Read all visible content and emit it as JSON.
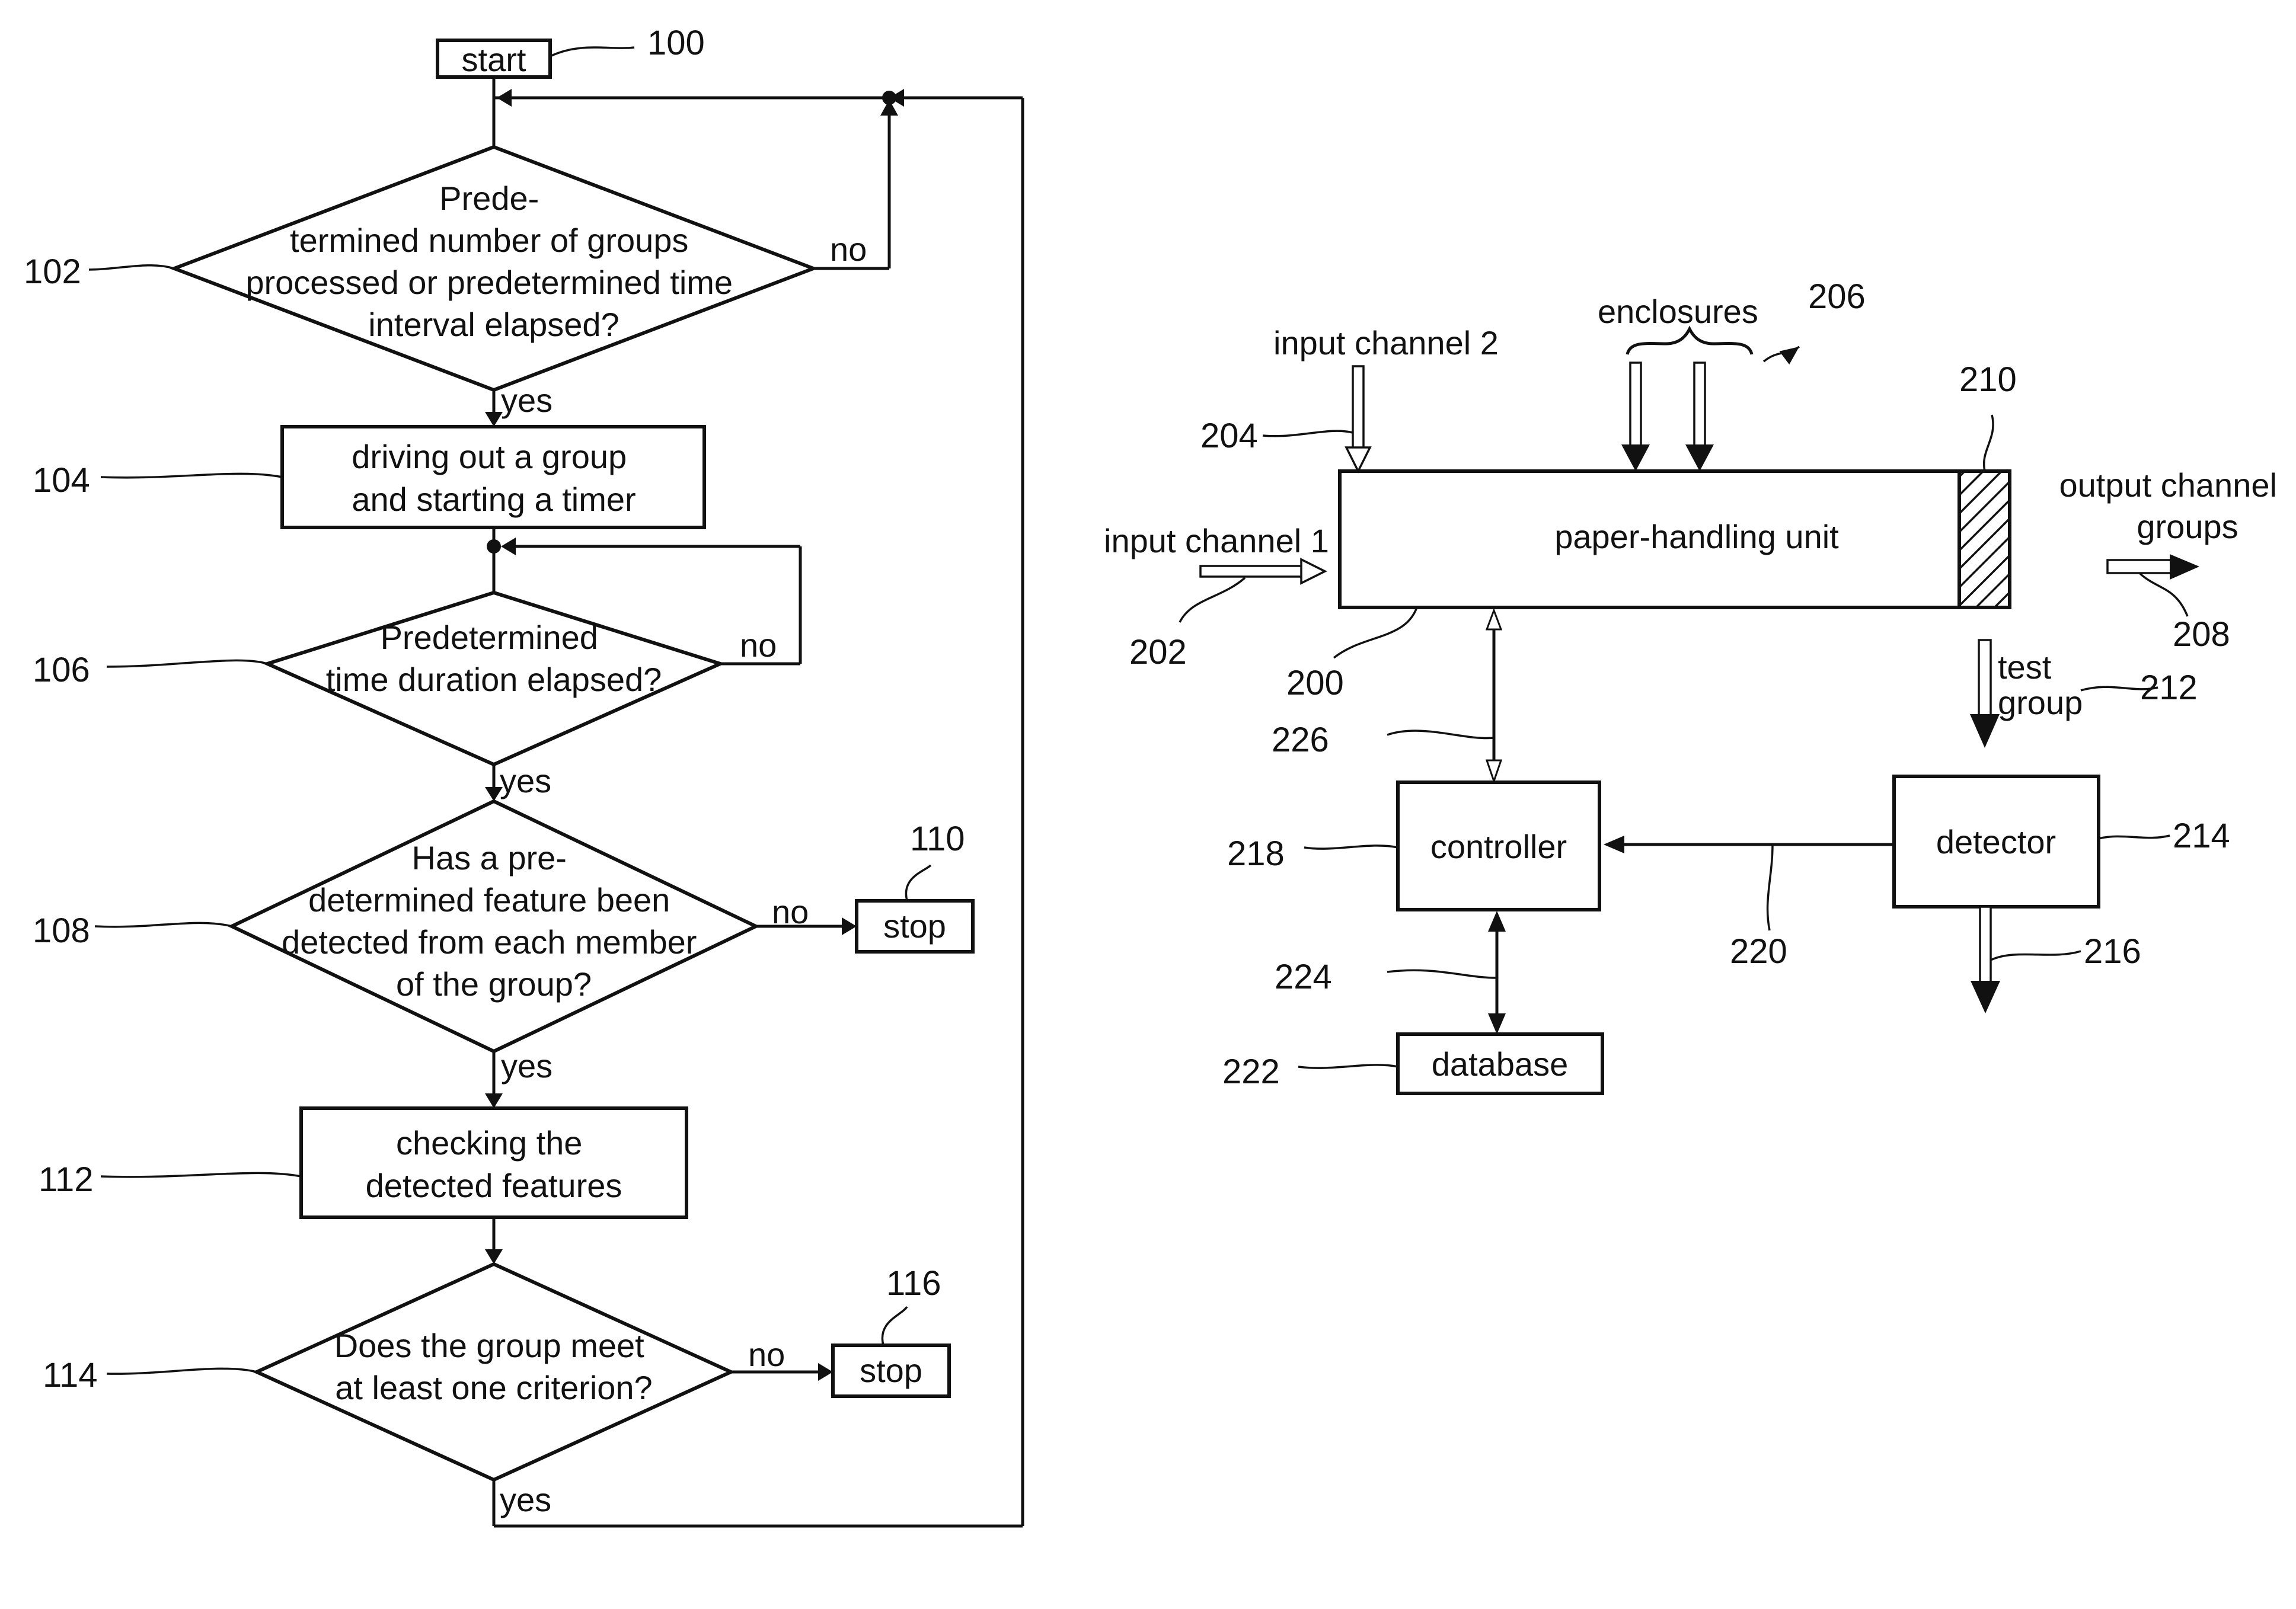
{
  "flowchart": {
    "start": {
      "label": "start",
      "ref": "100"
    },
    "step102": {
      "lines": [
        "Prede-",
        "termined number of groups",
        "processed or predetermined time",
        "interval elapsed?"
      ],
      "ref": "102",
      "no": "no",
      "yes": "yes"
    },
    "step104": {
      "lines": [
        "driving out a group",
        "and starting a timer"
      ],
      "ref": "104"
    },
    "step106": {
      "lines": [
        "Predetermined",
        "time duration elapsed?"
      ],
      "ref": "106",
      "no": "no",
      "yes": "yes"
    },
    "step108": {
      "lines": [
        "Has a pre-",
        "determined feature been",
        "detected from each member",
        "of the group?"
      ],
      "ref": "108",
      "no": "no",
      "yes": "yes"
    },
    "stop110": {
      "label": "stop",
      "ref": "110"
    },
    "step112": {
      "lines": [
        "checking the",
        "detected features"
      ],
      "ref": "112"
    },
    "step114": {
      "lines": [
        "Does the group meet",
        "at least one criterion?"
      ],
      "ref": "114",
      "no": "no",
      "yes": "yes"
    },
    "stop116": {
      "label": "stop",
      "ref": "116"
    }
  },
  "system": {
    "paper_unit": {
      "label": "paper-handling unit",
      "ref": "200"
    },
    "input1": {
      "label": "input channel 1",
      "ref": "202"
    },
    "input2": {
      "label": "input channel 2",
      "ref": "204"
    },
    "enclosures": {
      "label": "enclosures",
      "ref": "206"
    },
    "output": {
      "lines": [
        "output channel",
        "groups"
      ],
      "ref": "208"
    },
    "section210": {
      "ref": "210"
    },
    "test_group": {
      "lines": [
        "test",
        "group"
      ],
      "ref": "212"
    },
    "detector": {
      "label": "detector",
      "ref": "214"
    },
    "detector_out": {
      "ref": "216"
    },
    "controller": {
      "label": "controller",
      "ref": "218"
    },
    "link220": {
      "ref": "220"
    },
    "database": {
      "label": "database",
      "ref": "222"
    },
    "link224": {
      "ref": "224"
    },
    "link226": {
      "ref": "226"
    }
  }
}
